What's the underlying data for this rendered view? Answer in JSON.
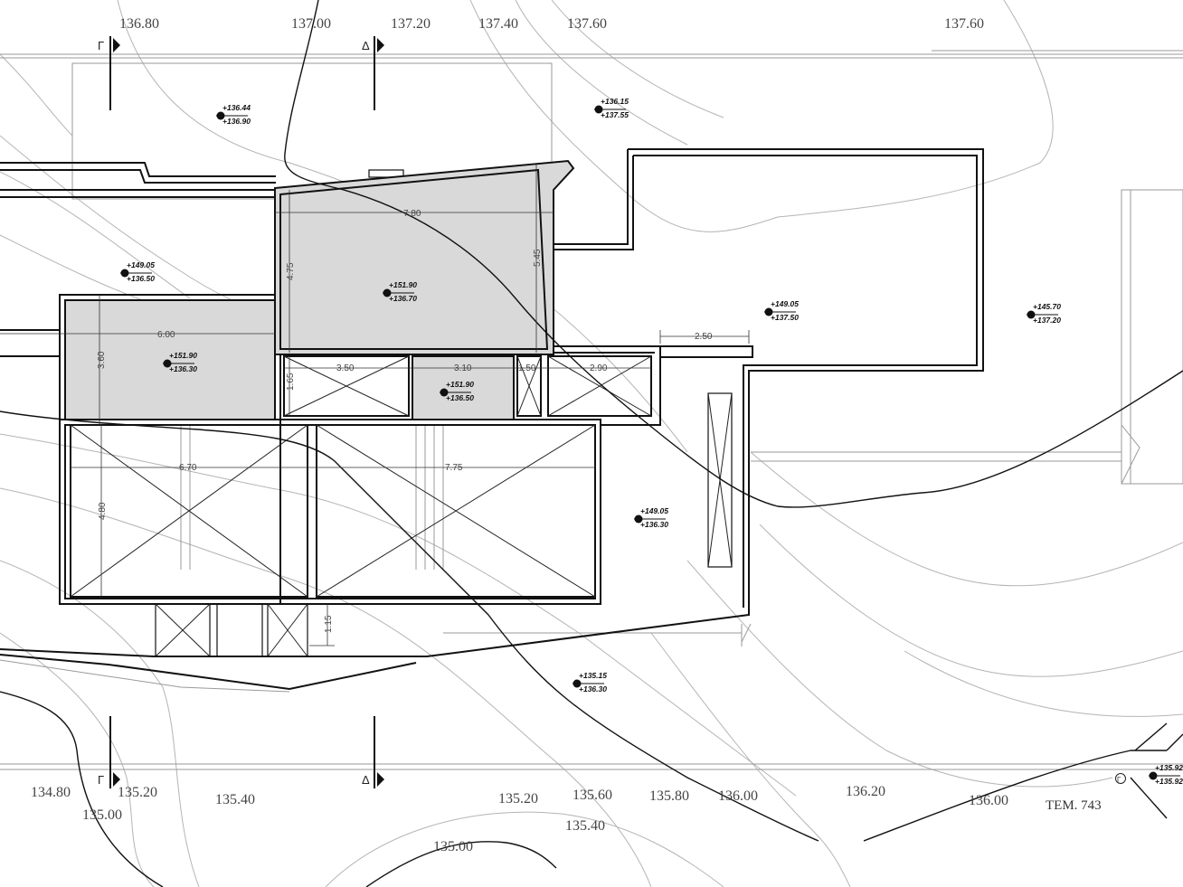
{
  "colors": {
    "wall": "#111111",
    "contour": "#b4b4b4",
    "hatch": "#d9d9d9"
  },
  "contour_labels": {
    "top": [
      "136.80",
      "137.00",
      "137.20",
      "137.40",
      "137.60",
      "137.60"
    ],
    "bottom": [
      "134.80",
      "135.20",
      "135.00",
      "135.40",
      "135.20",
      "135.60",
      "135.40",
      "135.80",
      "136.00",
      "135.00",
      "136.20",
      "136.00"
    ]
  },
  "section_markers": {
    "left": "Γ",
    "right": "Δ"
  },
  "dimensions": [
    "7.80",
    "4.75",
    "5.45",
    "6.00",
    "3.60",
    "3.50",
    "3.10",
    "1.50",
    "2.90",
    "2.50",
    "1.65",
    "6.70",
    "7.75",
    "4.80",
    "1.15"
  ],
  "elevation_points": [
    {
      "top": "+136.44",
      "bottom": "+136.90"
    },
    {
      "top": "+136.15",
      "bottom": "+137.55"
    },
    {
      "top": "+149.05",
      "bottom": "+136.50"
    },
    {
      "top": "+151.90",
      "bottom": "+136.70"
    },
    {
      "top": "+149.05",
      "bottom": "+137.50"
    },
    {
      "top": "+145.70",
      "bottom": "+137.20"
    },
    {
      "top": "+151.90",
      "bottom": "+136.30"
    },
    {
      "top": "+151.90",
      "bottom": "+136.50"
    },
    {
      "top": "+149.05",
      "bottom": "+136.30"
    },
    {
      "top": "+135.15",
      "bottom": "+136.30"
    },
    {
      "top": "+135.92",
      "bottom": "+135.92"
    }
  ],
  "plot_label": "TEM. 743",
  "boundary_marker": "Γ"
}
